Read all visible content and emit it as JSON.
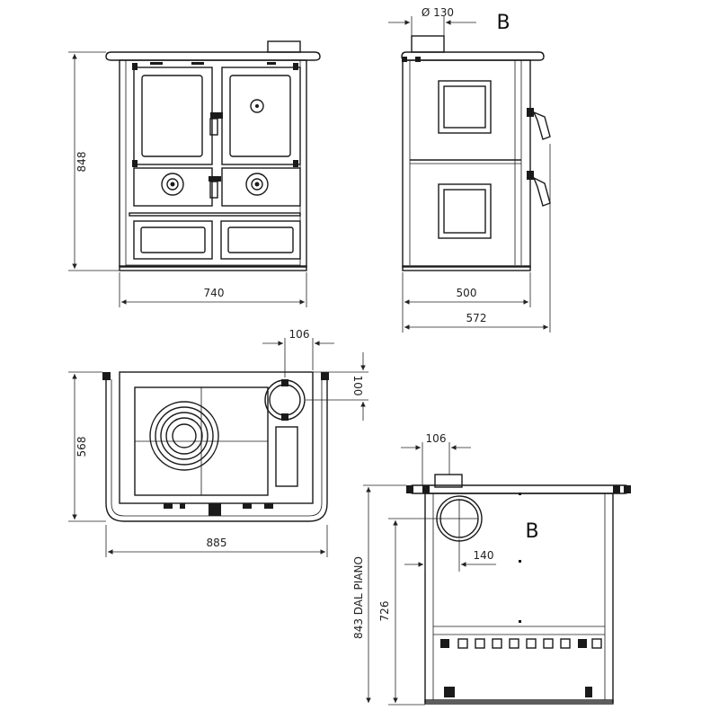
{
  "views": {
    "front": {
      "height_label": "848",
      "width_label": "740"
    },
    "side": {
      "flue_label": "Ø 130",
      "marker": "B",
      "depth_label": "500",
      "overall_depth_label": "572"
    },
    "top": {
      "flue_offset_label": "106",
      "flue_back_label": "100",
      "depth_label": "568",
      "overall_width_label": "885"
    },
    "rear": {
      "flue_offset_label": "106",
      "marker": "B",
      "flue_side_label": "140",
      "flue_height_label": "726",
      "floor_height_label": "843 DAL PIANO"
    }
  }
}
